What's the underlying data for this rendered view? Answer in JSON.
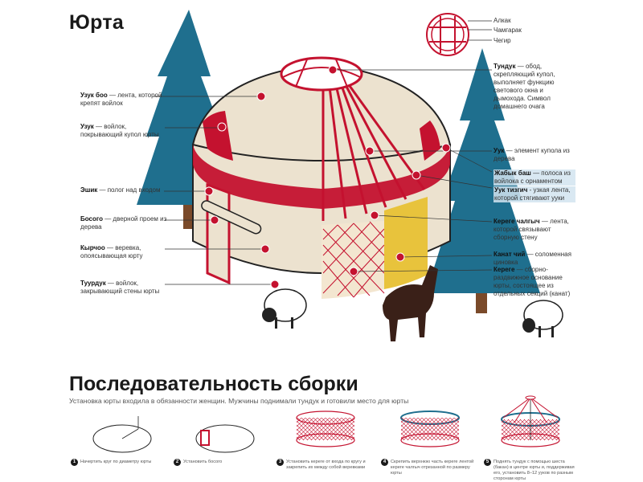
{
  "title": "Юрта",
  "colors": {
    "red": "#c4122f",
    "tree": "#1f6f8e",
    "felt": "#ece2cf",
    "yellow": "#e8c33c",
    "dark": "#1a1a1a"
  },
  "legend_top": {
    "alkak": "Алкак",
    "chamgarak": "Чамгарак",
    "chegir": "Чегир"
  },
  "labels_left": [
    {
      "term": "Узук боо",
      "text": " — лента, которой крепят войлок"
    },
    {
      "term": "Узук",
      "text": " — войлок, покрывающий купол юрты"
    },
    {
      "term": "Эшик",
      "text": " — полог над входом"
    },
    {
      "term": "Босого",
      "text": " — дверной проем из дерева"
    },
    {
      "term": "Кырчоо",
      "text": " — веревка, опоясывающая юрту"
    },
    {
      "term": "Туурдук",
      "text": " — войлок, закрывающий стены юрты"
    }
  ],
  "labels_right": [
    {
      "term": "Тундук",
      "text": " — обод, скрепляющий купол, выполняет функцию светового окна и дымохода. Символ домашнего очага"
    },
    {
      "term": "Уук",
      "text": " — элемент купола из дерева"
    },
    {
      "term": "Жабык баш",
      "text": " — полоса из войлока с орнаментом"
    },
    {
      "term": "Уук тизгич",
      "text": " - узкая лента, которой стягивают ууки"
    },
    {
      "term": "Кереге чалгыч",
      "text": " — лента, которой связывают сборную стену"
    },
    {
      "term": "Канат чий",
      "text": " — соломенная циновка"
    },
    {
      "term": "Кереге",
      "text": " — сборно-раздвижное основание юрты, состоящее из отдельных секций (канат)"
    }
  ],
  "assembly": {
    "title": "Последовательность сборки",
    "lead": "Установка юрты входила в обязанности женщин. Мужчины поднимали тундук и готовили место для юрты",
    "steps": [
      {
        "num": "1",
        "text": "Начертить круг по диаметру юрты"
      },
      {
        "num": "2",
        "text": "Установить босого"
      },
      {
        "num": "3",
        "text": "Установить кереге от входа по кругу и закрепить их между собой веревками"
      },
      {
        "num": "4",
        "text": "Скрепить верхнюю часть кереге лентой кереге чалгыч отрезанной по размеру юрты"
      },
      {
        "num": "5",
        "text": "Поднять тундук с помощью шеста (бакан) в центре юрты и, поддерживая его, установить 8–12 ууков по разным сторонам юрты"
      }
    ]
  }
}
